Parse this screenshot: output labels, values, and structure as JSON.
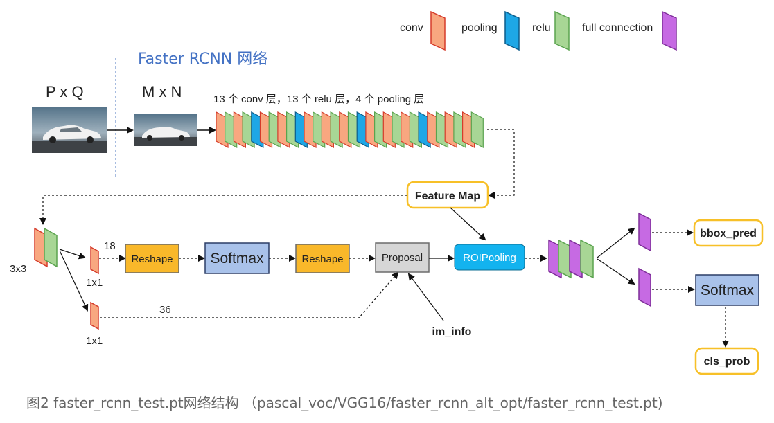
{
  "legend": {
    "conv": "conv",
    "pooling": "pooling",
    "relu": "relu",
    "fc": "full connection"
  },
  "colors": {
    "conv": "#f8a780",
    "pooling": "#1ea7e6",
    "relu": "#a8d695",
    "fc": "#c66ae3",
    "orange_box": "#f9b82a",
    "blue_box": "#a9c2ea",
    "gray_box": "#d6d6d6",
    "roi_box": "#13b3ef",
    "yellow_border": "#f7c028",
    "title_blue": "#4472c4"
  },
  "header": {
    "title": "Faster RCNN 网络",
    "pq": "P x Q",
    "mn": "M x N",
    "layers_note": "13 个 conv 层，13 个 relu 层，4 个 pooling 层"
  },
  "conv_stack": [
    "conv",
    "relu",
    "conv",
    "relu",
    "pooling",
    "conv",
    "relu",
    "conv",
    "relu",
    "pooling",
    "conv",
    "relu",
    "conv",
    "relu",
    "conv",
    "relu",
    "pooling",
    "conv",
    "relu",
    "conv",
    "relu",
    "conv",
    "relu",
    "pooling",
    "conv",
    "relu",
    "conv",
    "relu",
    "conv",
    "relu"
  ],
  "nodes": {
    "feature_map": "Feature Map",
    "reshape1": "Reshape",
    "softmax1": "Softmax",
    "reshape2": "Reshape",
    "proposal": "Proposal",
    "roipooling": "ROIPooling",
    "bbox_pred": "bbox_pred",
    "softmax2": "Softmax",
    "cls_prob": "cls_prob",
    "im_info": "im_info"
  },
  "labels": {
    "k3x3": "3x3",
    "k1x1_top": "1x1",
    "k1x1_bottom": "1x1",
    "ch18": "18",
    "ch36": "36"
  },
  "caption": "图2 faster_rcnn_test.pt网络结构 （pascal_voc/VGG16/faster_rcnn_alt_opt/faster_rcnn_test.pt)"
}
